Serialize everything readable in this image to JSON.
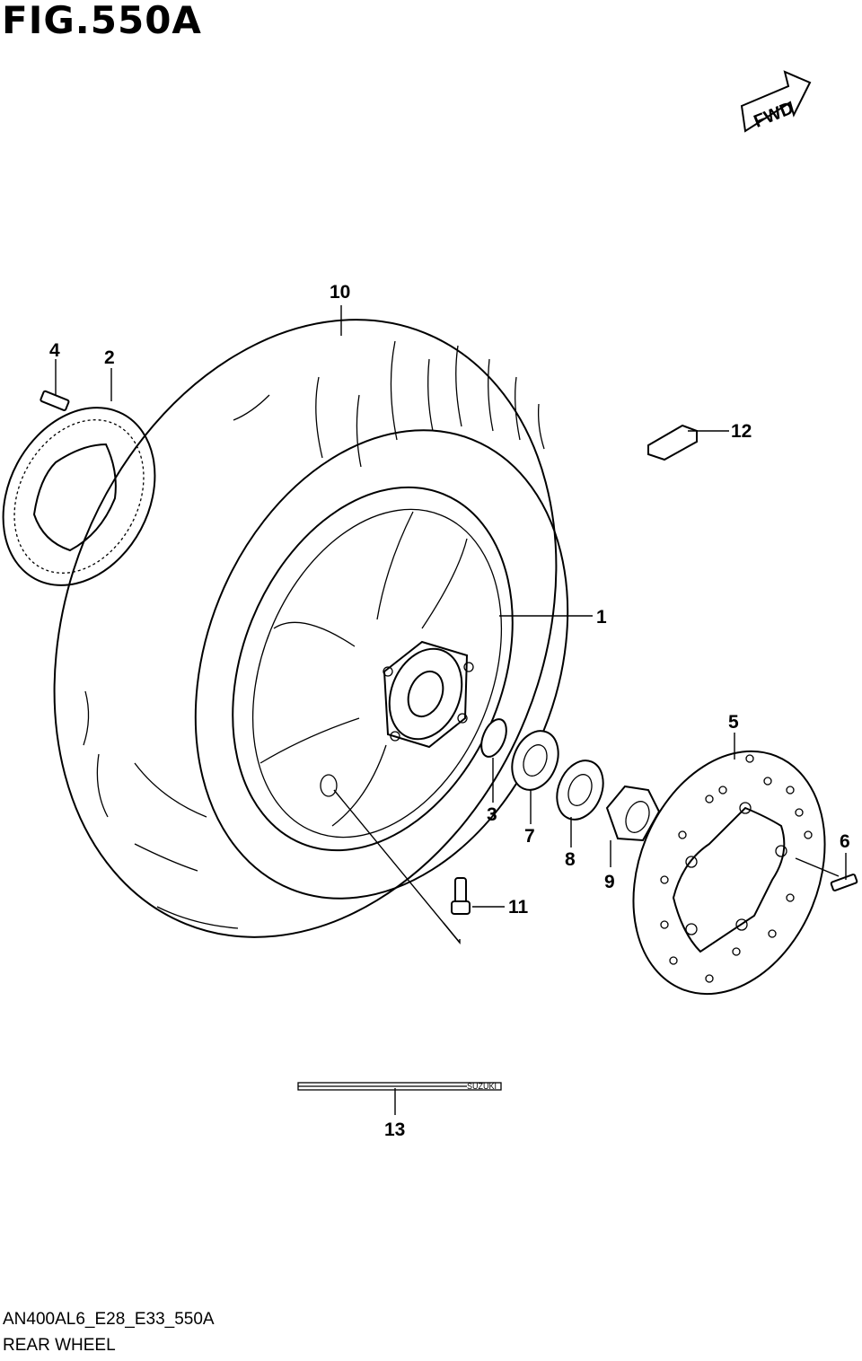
{
  "header": {
    "figure_id": "FIG.550A"
  },
  "fwd_indicator": {
    "label": "FWD"
  },
  "callouts": [
    "1",
    "2",
    "3",
    "4",
    "5",
    "6",
    "7",
    "8",
    "9",
    "10",
    "11",
    "12",
    "13"
  ],
  "decal": {
    "brand": "SUZUKI"
  },
  "footer": {
    "code": "AN400AL6_E28_E33_550A",
    "name": "REAR WHEEL"
  }
}
